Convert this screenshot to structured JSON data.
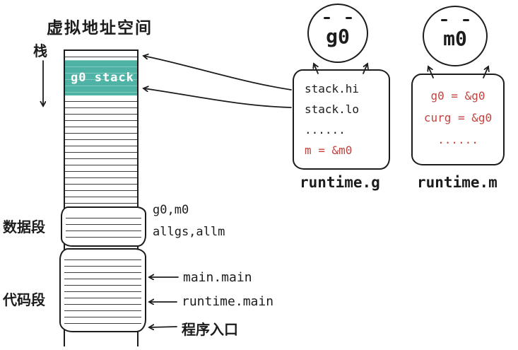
{
  "title": "虚拟地址空间",
  "memory": {
    "stack_label": "栈",
    "g0_stack_label": "g0 stack",
    "data_segment_label": "数据段",
    "code_segment_label": "代码段",
    "data_annotations": [
      "g0,m0",
      "allgs,allm"
    ],
    "code_annotations": [
      "main.main",
      "runtime.main",
      "程序入口"
    ]
  },
  "g_struct": {
    "face_label": "g0",
    "fields": [
      "stack.hi",
      "stack.lo",
      "......",
      "m = &m0"
    ],
    "caption": "runtime.g"
  },
  "m_struct": {
    "face_label": "m0",
    "fields": [
      "g0 = &g0",
      "curg = &g0",
      "......"
    ],
    "caption": "runtime.m"
  },
  "colors": {
    "highlight_teal": "#4eb3a5",
    "accent_red": "#c04540",
    "ink": "#1c1c1c"
  }
}
